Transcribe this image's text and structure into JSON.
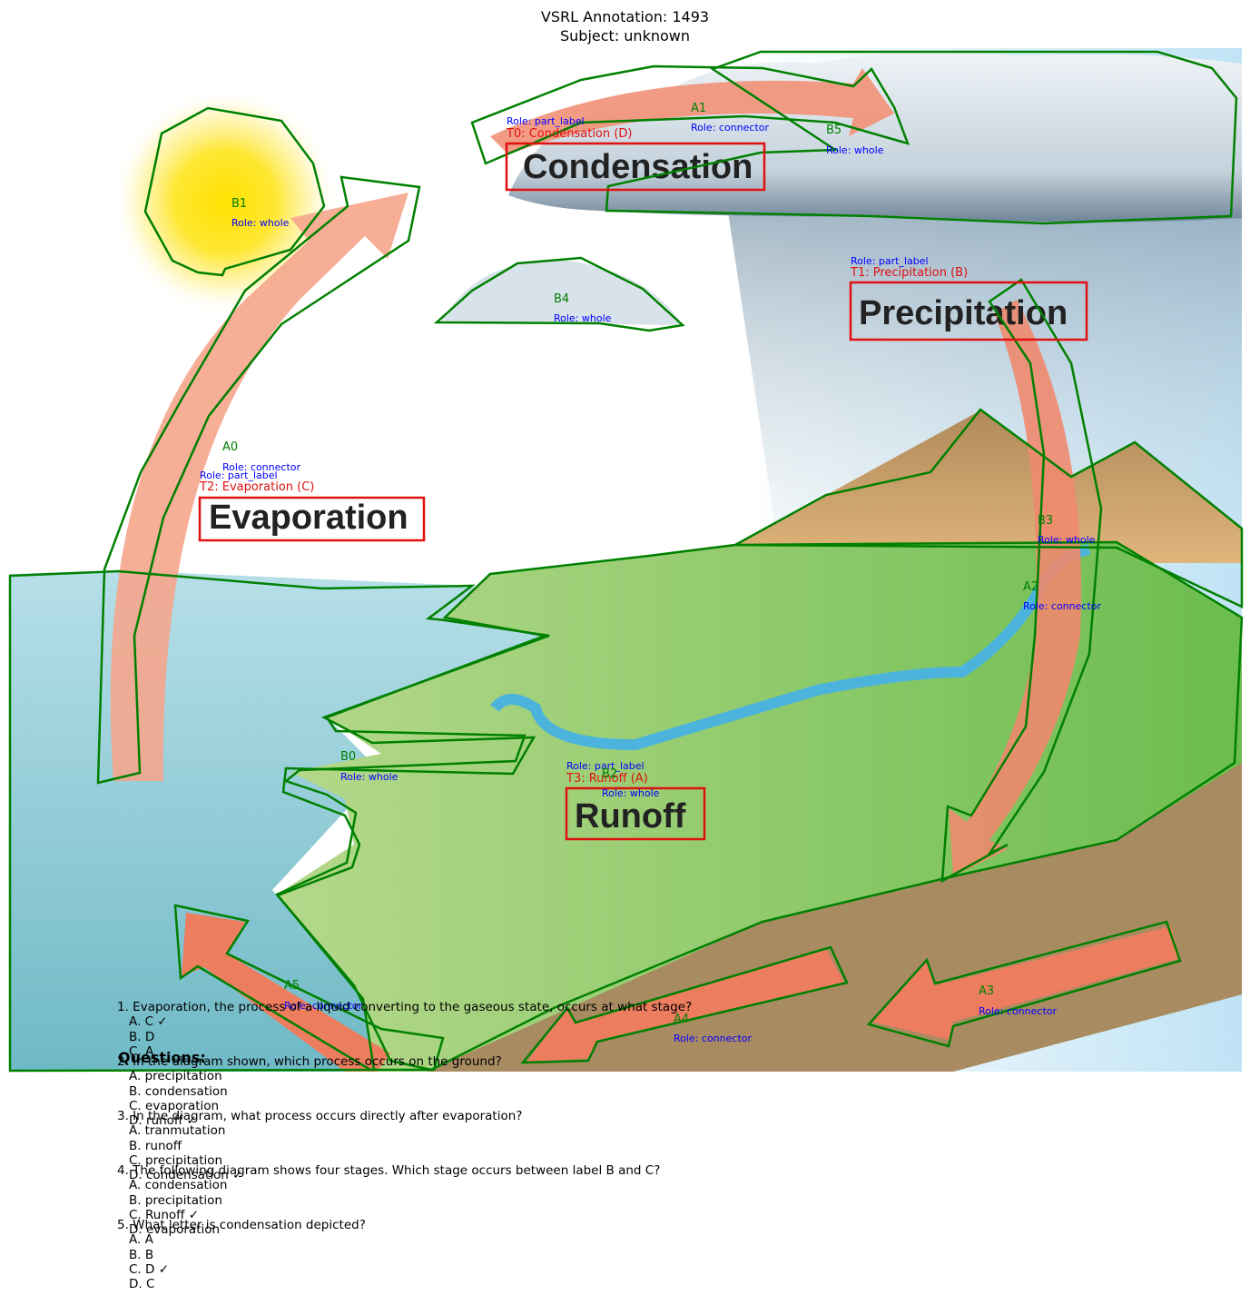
{
  "header": {
    "line1": "VSRL Annotation: 1493",
    "line2": "Subject: unknown"
  },
  "diagram": {
    "labels": {
      "condensation": "Condensation",
      "precipitation": "Precipitation",
      "evaporation": "Evaporation",
      "runoff": "Runoff"
    },
    "text_annotations": [
      {
        "id": "T0",
        "role": "Role: part_label",
        "caption": "T0: Condensation (D)"
      },
      {
        "id": "T1",
        "role": "Role: part_label",
        "caption": "T1: Precipitation (B)"
      },
      {
        "id": "T2",
        "role": "Role: part_label",
        "caption": "T2: Evaporation (C)"
      },
      {
        "id": "T3",
        "role": "Role: part_label",
        "caption": "T3: Runoff (A)"
      }
    ],
    "region_annotations": [
      {
        "id": "A0",
        "role": "Role: connector"
      },
      {
        "id": "A1",
        "role": "Role: connector"
      },
      {
        "id": "A2",
        "role": "Role: connector"
      },
      {
        "id": "A3",
        "role": "Role: connector"
      },
      {
        "id": "A4",
        "role": "Role: connector"
      },
      {
        "id": "A5",
        "role": "Role: connector"
      },
      {
        "id": "B0",
        "role": "Role: whole"
      },
      {
        "id": "B1",
        "role": "Role: whole"
      },
      {
        "id": "B2",
        "role": "Role: whole"
      },
      {
        "id": "B3",
        "role": "Role: whole"
      },
      {
        "id": "B4",
        "role": "Role: whole"
      },
      {
        "id": "B5",
        "role": "Role: whole"
      }
    ],
    "colors": {
      "annotation_outline": "#008000",
      "text_box": "#e01010",
      "role_text": "#0000ff",
      "arrow": "#f08a6e",
      "water": "#8fcbd6",
      "grass": "#7cc45a",
      "soil": "#a88a60",
      "sky": "#cbe7f4"
    }
  },
  "questions_header": "Questions:",
  "questions": [
    {
      "text": "1. Evaporation, the process of a liquid converting to the gaseous state, occurs at what stage?",
      "options": [
        "A. C ✓",
        "B. D",
        "C. A"
      ]
    },
    {
      "text": "2. In the diagram shown, which process occurs on the ground?",
      "options": [
        "A. precipitation",
        "B. condensation",
        "C. evaporation",
        "D. runoff ✓"
      ]
    },
    {
      "text": "3. In the diagram, what process occurs directly after evaporation?",
      "options": [
        "A. tranmutation",
        "B. runoff",
        "C. precipitation",
        "D. condensation ✓"
      ]
    },
    {
      "text": "4. The following diagram shows four stages.  Which stage occurs between label B and C?",
      "options": [
        "A. condensation",
        "B. precipitation",
        "C. Runoff ✓",
        "D. evaporation"
      ]
    },
    {
      "text": "5. What letter is condensation depicted?",
      "options": [
        "A. A",
        "B. B",
        "C. D ✓",
        "D. C"
      ]
    }
  ]
}
